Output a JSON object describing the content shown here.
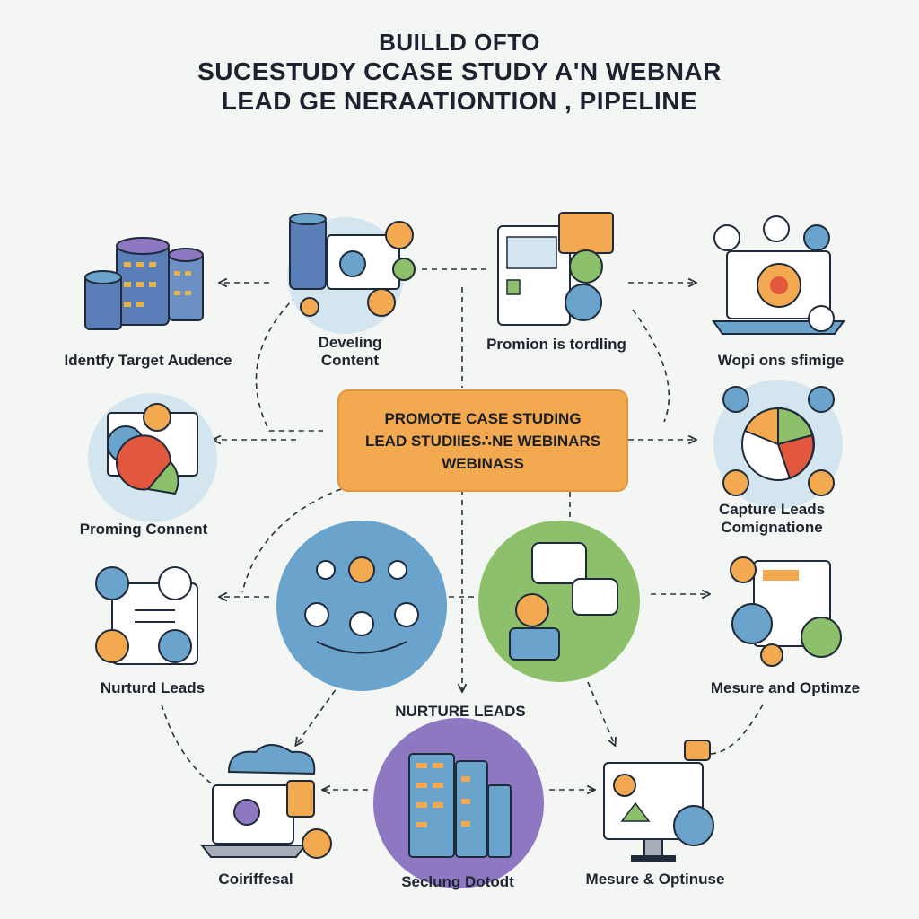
{
  "title": {
    "line1": "BUILLD OFTO",
    "line2": "SUCESTUDY  CCASE STUDY A'N WEBNAR",
    "line3": "LEAD GE NERAATIONTION , PIPELINE"
  },
  "center": {
    "line1": "PROMOTE CASE STUDING",
    "line2": "LEAD STUDIIES∴NE WEBINARS",
    "line3": "WEBINASS"
  },
  "nodes": {
    "identify": "Identfy Target Audence",
    "develop_1": "Develing",
    "develop_2": "Content",
    "promotion": "Promion is tordling",
    "webinar": "Wopi ons sfimige",
    "proming": "Proming Connent",
    "capture_1": "Capture Leads",
    "capture_2": "Comignatione",
    "nurture_left": "Nurturd Leads",
    "nurture_center": "NURTURE LEADS",
    "measure_right": "Mesure and Optimze",
    "coiriffesal": "Coiriffesal",
    "seclung": "Seclung Dotodt",
    "measure_bottom": "Mesure & Optinuse"
  },
  "colors": {
    "background": "#f3f6f3",
    "orange": "#f2a94f",
    "blue": "#6aa3cc",
    "green": "#8cc06a",
    "purple": "#8e78c2",
    "light_blue": "#d3e6f0"
  },
  "icons": [
    "database-icon",
    "server-icon",
    "gear-icon",
    "user-icon",
    "pie-chart-icon",
    "laptop-icon",
    "monitor-icon",
    "cloud-icon",
    "chat-bubble-icon",
    "document-icon"
  ]
}
